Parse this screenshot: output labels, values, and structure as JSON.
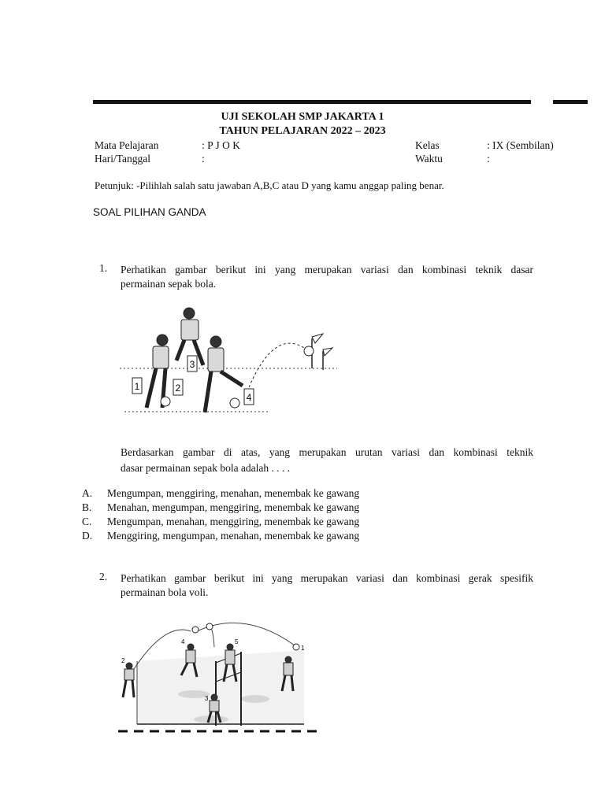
{
  "header": {
    "school": "UJI SEKOLAH SMP JAKARTA 1",
    "year": "TAHUN PELAJARAN  2022 – 2023"
  },
  "info": {
    "subject_label": "Mata Pelajaran",
    "subject_value": ": P J O K",
    "class_label": "Kelas",
    "class_value": ":  IX (Sembilan)",
    "date_label": "Hari/Tanggal",
    "date_value": ":",
    "time_label": "Waktu",
    "time_value": ":"
  },
  "instruction": "Petunjuk:  -Pilihlah salah satu jawaban A,B,C atau D yang kamu anggap paling benar.",
  "section_title": "SOAL PILIHAN GANDA",
  "questions": [
    {
      "number": "1.",
      "text_line1": "Perhatikan gambar berikut ini yang merupakan variasi dan kombinasi teknik dasar",
      "text_line2": "permainan sepak bola.",
      "figure_labels": [
        "1",
        "2",
        "3",
        "4"
      ],
      "followup_line1": "Berdasarkan gambar di atas, yang merupakan urutan variasi dan kombinasi teknik",
      "followup_line2": "dasar permainan sepak bola adalah . . . .",
      "options": [
        {
          "letter": "A.",
          "text": "Mengumpan, menggiring, menahan, menembak ke gawang"
        },
        {
          "letter": "B.",
          "text": "Menahan, mengumpan, menggiring, menembak ke gawang"
        },
        {
          "letter": "C.",
          "text": "Mengumpan, menahan, menggiring, menembak ke gawang"
        },
        {
          "letter": "D.",
          "text": "Menggiring, mengumpan, menahan, menembak ke gawang"
        }
      ]
    },
    {
      "number": "2.",
      "text_line1": "Perhatikan gambar berikut ini yang merupakan variasi dan kombinasi gerak spesifik",
      "text_line2": "permainan bola voli.",
      "figure_labels": [
        "1",
        "2",
        "3",
        "4",
        "5"
      ]
    }
  ]
}
